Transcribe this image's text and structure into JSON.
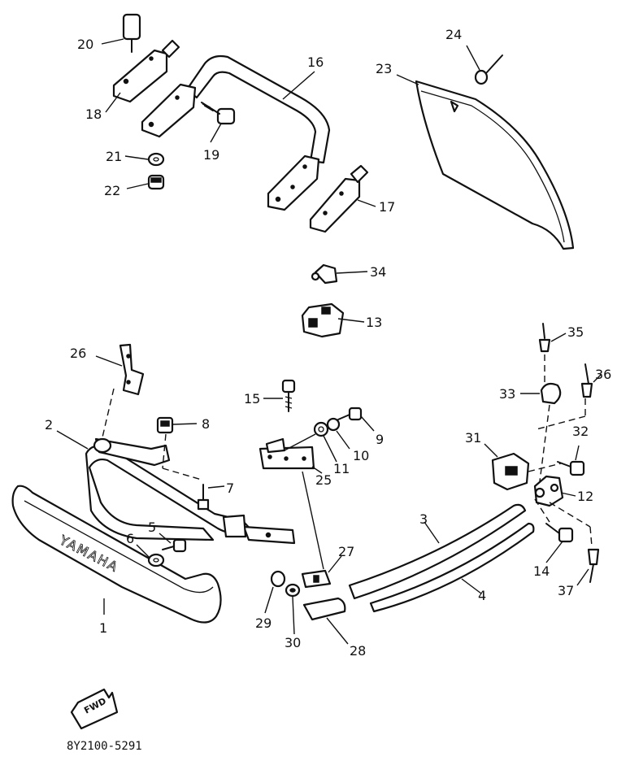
{
  "diagram": {
    "brand_text": "YAMAHA",
    "fwd_text": "FWD",
    "drawing_code": "8Y2100-5291",
    "labels": [
      "1",
      "2",
      "3",
      "4",
      "5",
      "6",
      "7",
      "8",
      "9",
      "10",
      "11",
      "12",
      "13",
      "14",
      "15",
      "16",
      "17",
      "18",
      "19",
      "20",
      "21",
      "22",
      "23",
      "24",
      "25",
      "26",
      "27",
      "28",
      "29",
      "30",
      "31",
      "32",
      "33",
      "34",
      "35",
      "36",
      "37"
    ]
  }
}
